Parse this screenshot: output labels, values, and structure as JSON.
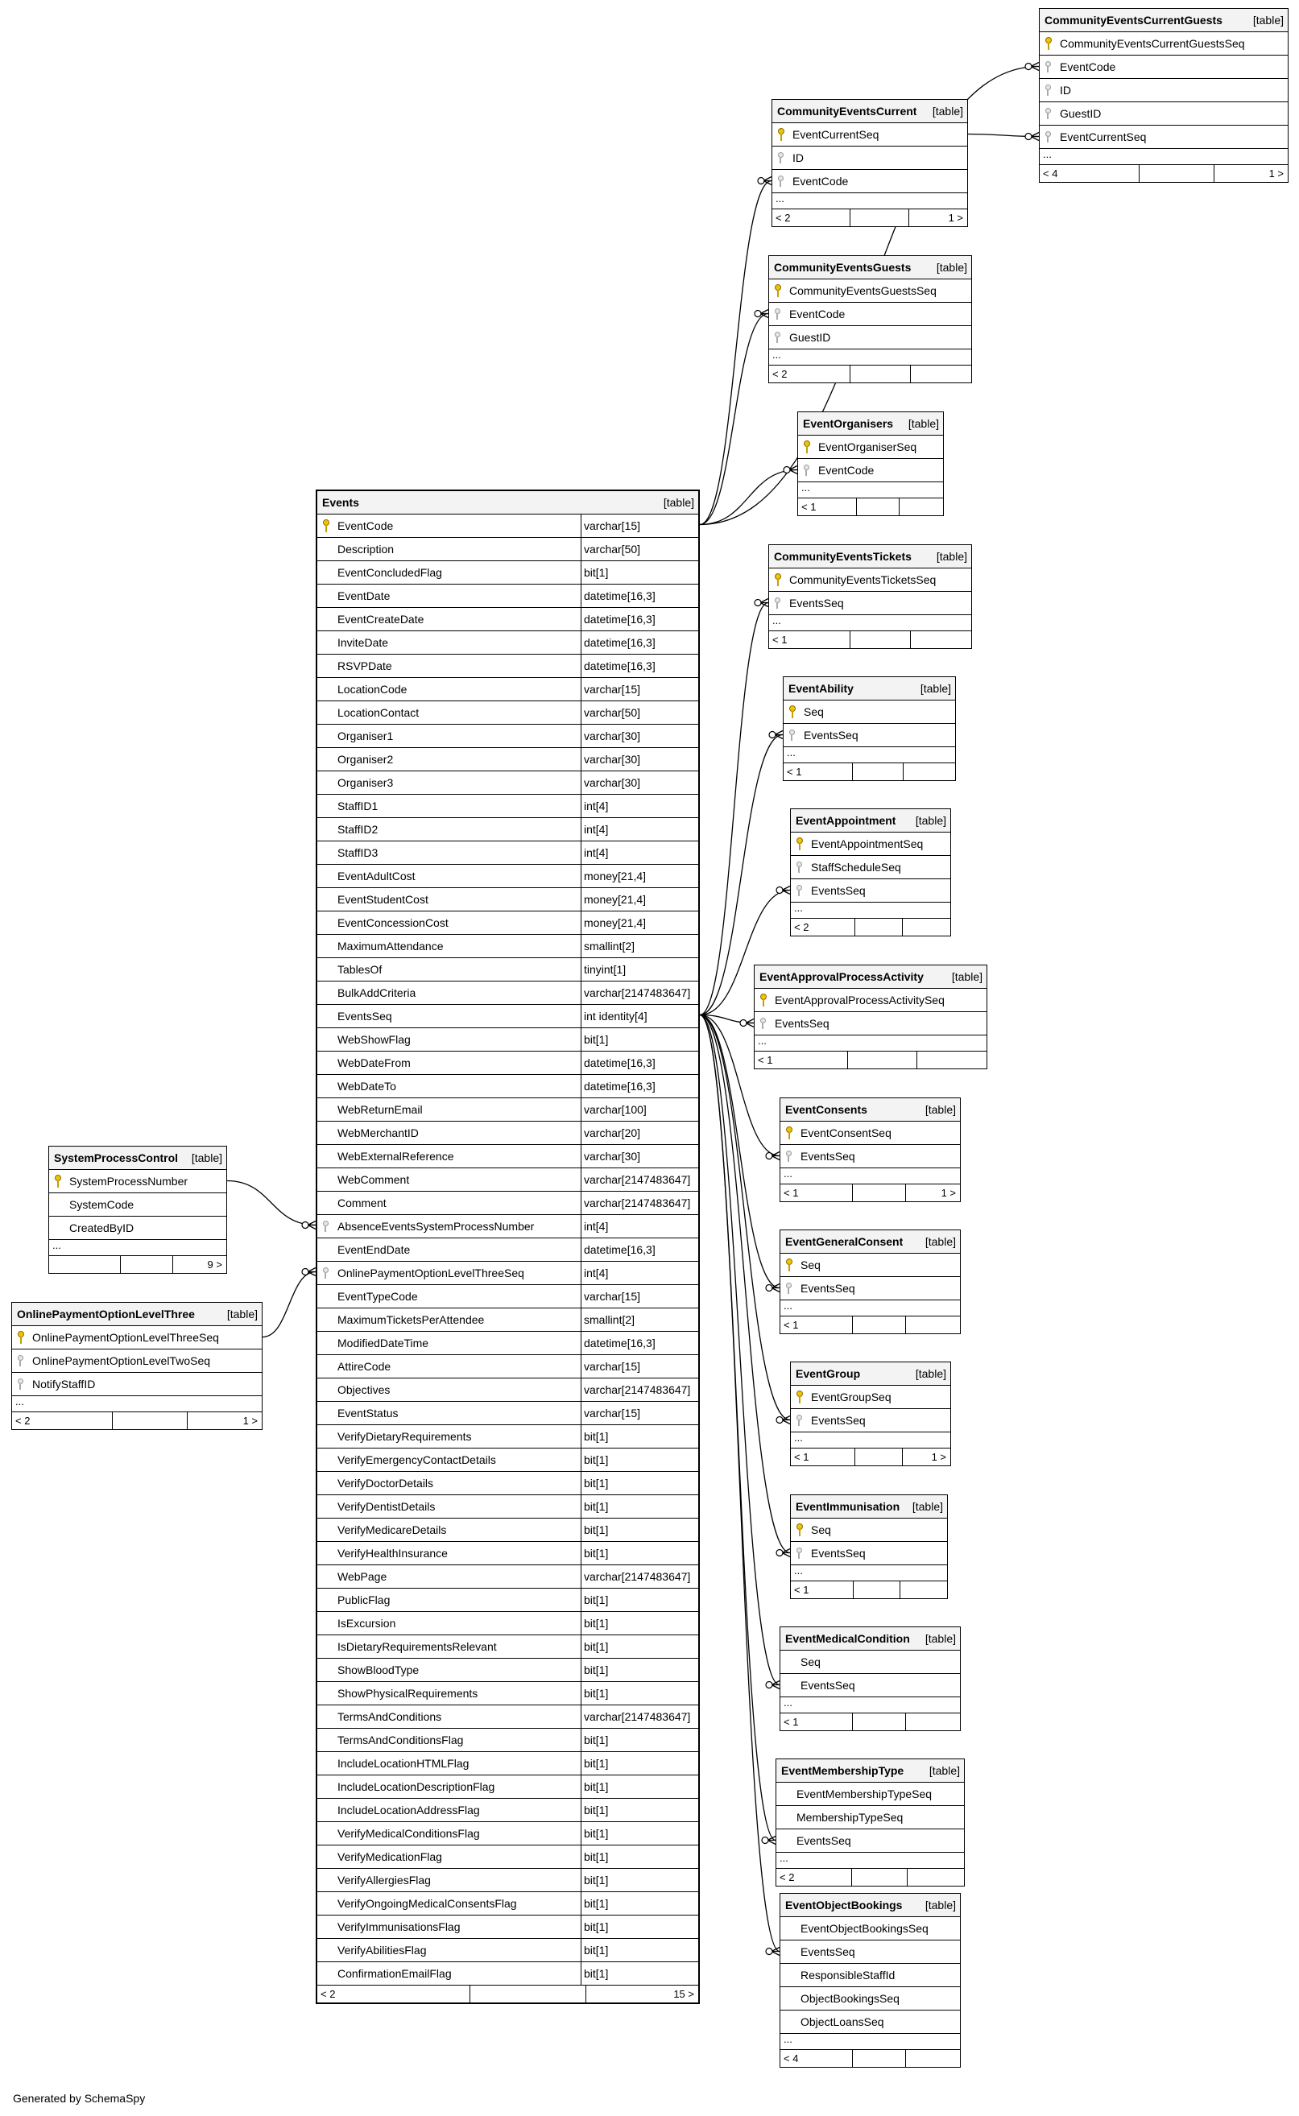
{
  "footer_text": "Generated by SchemaSpy",
  "type_label": "[table]",
  "tables": {
    "Events": {
      "name": "Events",
      "columns": [
        {
          "name": "EventCode",
          "type": "varchar[15]",
          "key": "pk"
        },
        {
          "name": "Description",
          "type": "varchar[50]"
        },
        {
          "name": "EventConcludedFlag",
          "type": "bit[1]"
        },
        {
          "name": "EventDate",
          "type": "datetime[16,3]"
        },
        {
          "name": "EventCreateDate",
          "type": "datetime[16,3]"
        },
        {
          "name": "InviteDate",
          "type": "datetime[16,3]"
        },
        {
          "name": "RSVPDate",
          "type": "datetime[16,3]"
        },
        {
          "name": "LocationCode",
          "type": "varchar[15]"
        },
        {
          "name": "LocationContact",
          "type": "varchar[50]"
        },
        {
          "name": "Organiser1",
          "type": "varchar[30]"
        },
        {
          "name": "Organiser2",
          "type": "varchar[30]"
        },
        {
          "name": "Organiser3",
          "type": "varchar[30]"
        },
        {
          "name": "StaffID1",
          "type": "int[4]"
        },
        {
          "name": "StaffID2",
          "type": "int[4]"
        },
        {
          "name": "StaffID3",
          "type": "int[4]"
        },
        {
          "name": "EventAdultCost",
          "type": "money[21,4]"
        },
        {
          "name": "EventStudentCost",
          "type": "money[21,4]"
        },
        {
          "name": "EventConcessionCost",
          "type": "money[21,4]"
        },
        {
          "name": "MaximumAttendance",
          "type": "smallint[2]"
        },
        {
          "name": "TablesOf",
          "type": "tinyint[1]"
        },
        {
          "name": "BulkAddCriteria",
          "type": "varchar[2147483647]"
        },
        {
          "name": "EventsSeq",
          "type": "int identity[4]"
        },
        {
          "name": "WebShowFlag",
          "type": "bit[1]"
        },
        {
          "name": "WebDateFrom",
          "type": "datetime[16,3]"
        },
        {
          "name": "WebDateTo",
          "type": "datetime[16,3]"
        },
        {
          "name": "WebReturnEmail",
          "type": "varchar[100]"
        },
        {
          "name": "WebMerchantID",
          "type": "varchar[20]"
        },
        {
          "name": "WebExternalReference",
          "type": "varchar[30]"
        },
        {
          "name": "WebComment",
          "type": "varchar[2147483647]"
        },
        {
          "name": "Comment",
          "type": "varchar[2147483647]"
        },
        {
          "name": "AbsenceEventsSystemProcessNumber",
          "type": "int[4]",
          "key": "fk"
        },
        {
          "name": "EventEndDate",
          "type": "datetime[16,3]"
        },
        {
          "name": "OnlinePaymentOptionLevelThreeSeq",
          "type": "int[4]",
          "key": "fk"
        },
        {
          "name": "EventTypeCode",
          "type": "varchar[15]"
        },
        {
          "name": "MaximumTicketsPerAttendee",
          "type": "smallint[2]"
        },
        {
          "name": "ModifiedDateTime",
          "type": "datetime[16,3]"
        },
        {
          "name": "AttireCode",
          "type": "varchar[15]"
        },
        {
          "name": "Objectives",
          "type": "varchar[2147483647]"
        },
        {
          "name": "EventStatus",
          "type": "varchar[15]"
        },
        {
          "name": "VerifyDietaryRequirements",
          "type": "bit[1]"
        },
        {
          "name": "VerifyEmergencyContactDetails",
          "type": "bit[1]"
        },
        {
          "name": "VerifyDoctorDetails",
          "type": "bit[1]"
        },
        {
          "name": "VerifyDentistDetails",
          "type": "bit[1]"
        },
        {
          "name": "VerifyMedicareDetails",
          "type": "bit[1]"
        },
        {
          "name": "VerifyHealthInsurance",
          "type": "bit[1]"
        },
        {
          "name": "WebPage",
          "type": "varchar[2147483647]"
        },
        {
          "name": "PublicFlag",
          "type": "bit[1]"
        },
        {
          "name": "IsExcursion",
          "type": "bit[1]"
        },
        {
          "name": "IsDietaryRequirementsRelevant",
          "type": "bit[1]"
        },
        {
          "name": "ShowBloodType",
          "type": "bit[1]"
        },
        {
          "name": "ShowPhysicalRequirements",
          "type": "bit[1]"
        },
        {
          "name": "TermsAndConditions",
          "type": "varchar[2147483647]"
        },
        {
          "name": "TermsAndConditionsFlag",
          "type": "bit[1]"
        },
        {
          "name": "IncludeLocationHTMLFlag",
          "type": "bit[1]"
        },
        {
          "name": "IncludeLocationDescriptionFlag",
          "type": "bit[1]"
        },
        {
          "name": "IncludeLocationAddressFlag",
          "type": "bit[1]"
        },
        {
          "name": "VerifyMedicalConditionsFlag",
          "type": "bit[1]"
        },
        {
          "name": "VerifyMedicationFlag",
          "type": "bit[1]"
        },
        {
          "name": "VerifyAllergiesFlag",
          "type": "bit[1]"
        },
        {
          "name": "VerifyOngoingMedicalConsentsFlag",
          "type": "bit[1]"
        },
        {
          "name": "VerifyImmunisationsFlag",
          "type": "bit[1]"
        },
        {
          "name": "VerifyAbilitiesFlag",
          "type": "bit[1]"
        },
        {
          "name": "ConfirmationEmailFlag",
          "type": "bit[1]"
        }
      ],
      "footer": {
        "left": "< 2",
        "right": "15 >"
      }
    },
    "CommunityEventsCurrentGuests": {
      "name": "CommunityEventsCurrentGuests",
      "columns": [
        {
          "name": "CommunityEventsCurrentGuestsSeq",
          "key": "pk"
        },
        {
          "name": "EventCode",
          "key": "fk"
        },
        {
          "name": "ID",
          "key": "fk"
        },
        {
          "name": "GuestID",
          "key": "fk"
        },
        {
          "name": "EventCurrentSeq",
          "key": "fk"
        }
      ],
      "footer": {
        "left": "< 4",
        "right": "1 >"
      }
    },
    "CommunityEventsCurrent": {
      "name": "CommunityEventsCurrent",
      "columns": [
        {
          "name": "EventCurrentSeq",
          "key": "pk"
        },
        {
          "name": "ID",
          "key": "fk"
        },
        {
          "name": "EventCode",
          "key": "fk"
        }
      ],
      "footer": {
        "left": "< 2",
        "right": "1 >"
      }
    },
    "CommunityEventsGuests": {
      "name": "CommunityEventsGuests",
      "columns": [
        {
          "name": "CommunityEventsGuestsSeq",
          "key": "pk"
        },
        {
          "name": "EventCode",
          "key": "fk"
        },
        {
          "name": "GuestID",
          "key": "fk"
        }
      ],
      "footer": {
        "left": "< 2",
        "right": ""
      }
    },
    "EventOrganisers": {
      "name": "EventOrganisers",
      "columns": [
        {
          "name": "EventOrganiserSeq",
          "key": "pk"
        },
        {
          "name": "EventCode",
          "key": "fk"
        }
      ],
      "footer": {
        "left": "< 1",
        "right": ""
      }
    },
    "CommunityEventsTickets": {
      "name": "CommunityEventsTickets",
      "columns": [
        {
          "name": "CommunityEventsTicketsSeq",
          "key": "pk"
        },
        {
          "name": "EventsSeq",
          "key": "fk"
        }
      ],
      "footer": {
        "left": "< 1",
        "right": ""
      }
    },
    "EventAbility": {
      "name": "EventAbility",
      "columns": [
        {
          "name": "Seq",
          "key": "pk"
        },
        {
          "name": "EventsSeq",
          "key": "fk"
        }
      ],
      "footer": {
        "left": "< 1",
        "right": ""
      }
    },
    "EventAppointment": {
      "name": "EventAppointment",
      "columns": [
        {
          "name": "EventAppointmentSeq",
          "key": "pk"
        },
        {
          "name": "StaffScheduleSeq",
          "key": "fk"
        },
        {
          "name": "EventsSeq",
          "key": "fk"
        }
      ],
      "footer": {
        "left": "< 2",
        "right": ""
      }
    },
    "EventApprovalProcessActivity": {
      "name": "EventApprovalProcessActivity",
      "columns": [
        {
          "name": "EventApprovalProcessActivitySeq",
          "key": "pk"
        },
        {
          "name": "EventsSeq",
          "key": "fk"
        }
      ],
      "footer": {
        "left": "< 1",
        "right": ""
      }
    },
    "EventConsents": {
      "name": "EventConsents",
      "columns": [
        {
          "name": "EventConsentSeq",
          "key": "pk"
        },
        {
          "name": "EventsSeq",
          "key": "fk"
        }
      ],
      "footer": {
        "left": "< 1",
        "right": "1 >"
      }
    },
    "EventGeneralConsent": {
      "name": "EventGeneralConsent",
      "columns": [
        {
          "name": "Seq",
          "key": "pk"
        },
        {
          "name": "EventsSeq",
          "key": "fk"
        }
      ],
      "footer": {
        "left": "< 1",
        "right": ""
      }
    },
    "EventGroup": {
      "name": "EventGroup",
      "columns": [
        {
          "name": "EventGroupSeq",
          "key": "pk"
        },
        {
          "name": "EventsSeq",
          "key": "fk"
        }
      ],
      "footer": {
        "left": "< 1",
        "right": "1 >"
      }
    },
    "EventImmunisation": {
      "name": "EventImmunisation",
      "columns": [
        {
          "name": "Seq",
          "key": "pk"
        },
        {
          "name": "EventsSeq",
          "key": "fk"
        }
      ],
      "footer": {
        "left": "< 1",
        "right": ""
      }
    },
    "EventMedicalCondition": {
      "name": "EventMedicalCondition",
      "columns": [
        {
          "name": "Seq"
        },
        {
          "name": "EventsSeq"
        }
      ],
      "footer": {
        "left": "< 1",
        "right": ""
      }
    },
    "EventMembershipType": {
      "name": "EventMembershipType",
      "columns": [
        {
          "name": "EventMembershipTypeSeq"
        },
        {
          "name": "MembershipTypeSeq"
        },
        {
          "name": "EventsSeq"
        }
      ],
      "footer": {
        "left": "< 2",
        "right": ""
      }
    },
    "EventObjectBookings": {
      "name": "EventObjectBookings",
      "columns": [
        {
          "name": "EventObjectBookingsSeq"
        },
        {
          "name": "EventsSeq"
        },
        {
          "name": "ResponsibleStaffId"
        },
        {
          "name": "ObjectBookingsSeq"
        },
        {
          "name": "ObjectLoansSeq"
        }
      ],
      "footer": {
        "left": "< 4",
        "right": ""
      }
    },
    "SystemProcessControl": {
      "name": "SystemProcessControl",
      "columns": [
        {
          "name": "SystemProcessNumber",
          "key": "pk"
        },
        {
          "name": "SystemCode"
        },
        {
          "name": "CreatedByID"
        }
      ],
      "footer": {
        "left": "",
        "right": "9 >"
      }
    },
    "OnlinePaymentOptionLevelThree": {
      "name": "OnlinePaymentOptionLevelThree",
      "columns": [
        {
          "name": "OnlinePaymentOptionLevelThreeSeq",
          "key": "pk"
        },
        {
          "name": "OnlinePaymentOptionLevelTwoSeq",
          "key": "fk"
        },
        {
          "name": "NotifyStaffID",
          "key": "fk"
        }
      ],
      "footer": {
        "left": "< 2",
        "right": "1 >"
      }
    }
  },
  "relationships": [
    {
      "from": "CommunityEventsCurrentGuests.EventCode",
      "to": "Events.EventCode"
    },
    {
      "from": "CommunityEventsCurrentGuests.EventCurrentSeq",
      "to": "CommunityEventsCurrent.EventCurrentSeq"
    },
    {
      "from": "CommunityEventsCurrent.EventCode",
      "to": "Events.EventCode"
    },
    {
      "from": "CommunityEventsGuests.EventCode",
      "to": "Events.EventCode"
    },
    {
      "from": "EventOrganisers.EventCode",
      "to": "Events.EventCode"
    },
    {
      "from": "CommunityEventsTickets.EventsSeq",
      "to": "Events.EventsSeq"
    },
    {
      "from": "EventAbility.EventsSeq",
      "to": "Events.EventsSeq"
    },
    {
      "from": "EventAppointment.EventsSeq",
      "to": "Events.EventsSeq"
    },
    {
      "from": "EventApprovalProcessActivity.EventsSeq",
      "to": "Events.EventsSeq"
    },
    {
      "from": "EventConsents.EventsSeq",
      "to": "Events.EventsSeq"
    },
    {
      "from": "EventGeneralConsent.EventsSeq",
      "to": "Events.EventsSeq"
    },
    {
      "from": "EventGroup.EventsSeq",
      "to": "Events.EventsSeq"
    },
    {
      "from": "EventImmunisation.EventsSeq",
      "to": "Events.EventsSeq"
    },
    {
      "from": "EventMedicalCondition.EventsSeq",
      "to": "Events.EventsSeq"
    },
    {
      "from": "EventMembershipType.EventsSeq",
      "to": "Events.EventsSeq"
    },
    {
      "from": "EventObjectBookings.EventsSeq",
      "to": "Events.EventsSeq"
    },
    {
      "from": "Events.AbsenceEventsSystemProcessNumber",
      "to": "SystemProcessControl.SystemProcessNumber"
    },
    {
      "from": "Events.OnlinePaymentOptionLevelThreeSeq",
      "to": "OnlinePaymentOptionLevelThree.OnlinePaymentOptionLevelThreeSeq"
    }
  ]
}
